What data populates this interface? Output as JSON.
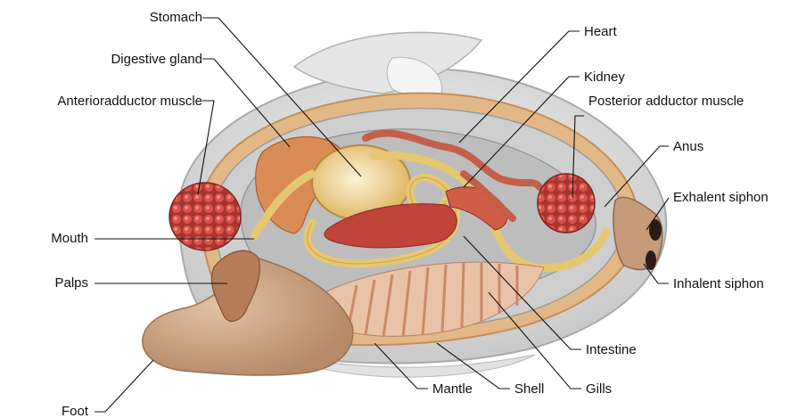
{
  "diagram": {
    "labels": {
      "stomach": "Stomach",
      "digestive_gland": "Digestive gland",
      "anterior_adductor_muscle": "Anterioradductor muscle",
      "mouth": "Mouth",
      "palps": "Palps",
      "foot": "Foot",
      "heart": "Heart",
      "kidney": "Kidney",
      "posterior_adductor_muscle": "Posterior adductor muscle",
      "anus": "Anus",
      "exhalent_siphon": "Exhalent siphon",
      "inhalent_siphon": "Inhalent siphon",
      "intestine": "Intestine",
      "gills": "Gills",
      "shell": "Shell",
      "mantle": "Mantle"
    }
  }
}
